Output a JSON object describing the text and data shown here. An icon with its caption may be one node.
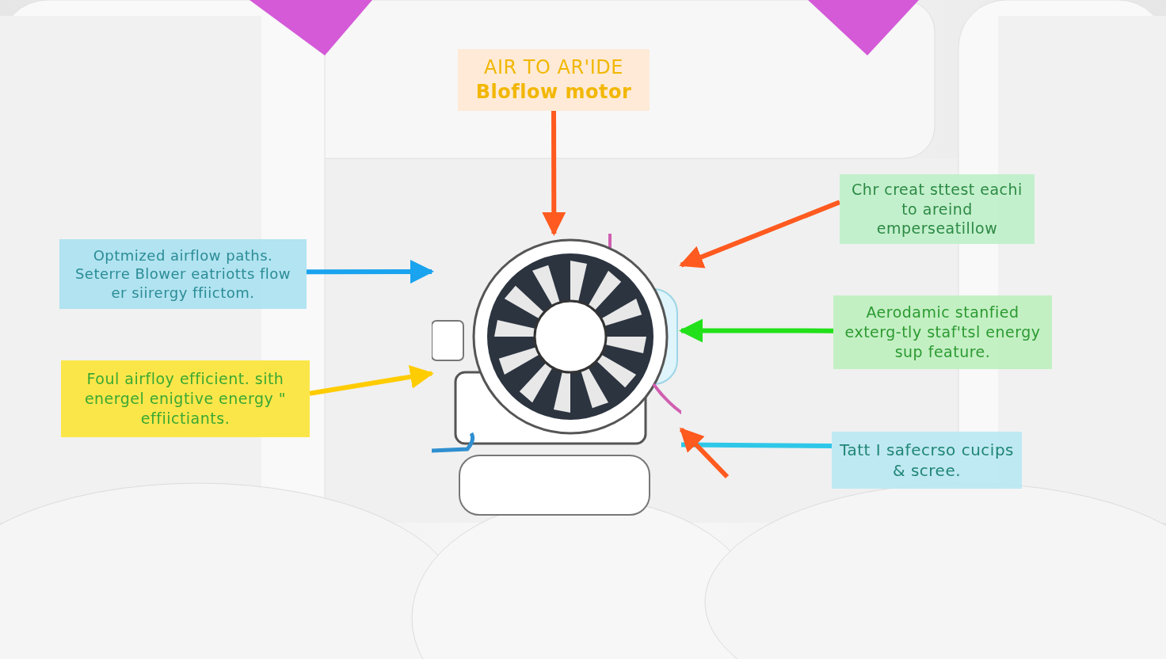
{
  "diagram": {
    "nodes": [
      {
        "text": [
          "AIR TO AR'IDE",
          "Bloflow motor"
        ]
      },
      {
        "text": [
          "Optmized airflow paths. Seterre Blower eatriotts flow er siirergy ffiictom."
        ]
      },
      {
        "text": [
          "Foul airfloy efficient. sith energel enigtive energy \" effiictiants."
        ]
      },
      {
        "text": [
          "Chr creat sttest eachi to areind emperseatillow"
        ]
      },
      {
        "text": [
          "Aerodamic stanfied exterg-tly staf'tsl energy sup feature."
        ]
      },
      {
        "text": [
          "Tatt I safecrso cucips & scree."
        ]
      },
      {
        "text": [],
        "shape": "picture"
      }
    ],
    "edges": [
      {
        "from": 0,
        "to": 6,
        "arrow": "to"
      },
      {
        "from": 1,
        "to": 6,
        "arrow": "to",
        "color": "#1aa3ee"
      },
      {
        "from": 2,
        "to": 6,
        "arrow": "to",
        "color": "#ffcc00"
      },
      {
        "from": 3,
        "to": 6,
        "arrow": "to"
      },
      {
        "from": 4,
        "to": 6,
        "arrow": "to",
        "color": "#22e01a"
      },
      {
        "from": 5,
        "to": 6,
        "arrow": "none",
        "color": "#2ec7e8"
      },
      {
        "from": null,
        "to": 6,
        "arrow": "to"
      }
    ]
  }
}
